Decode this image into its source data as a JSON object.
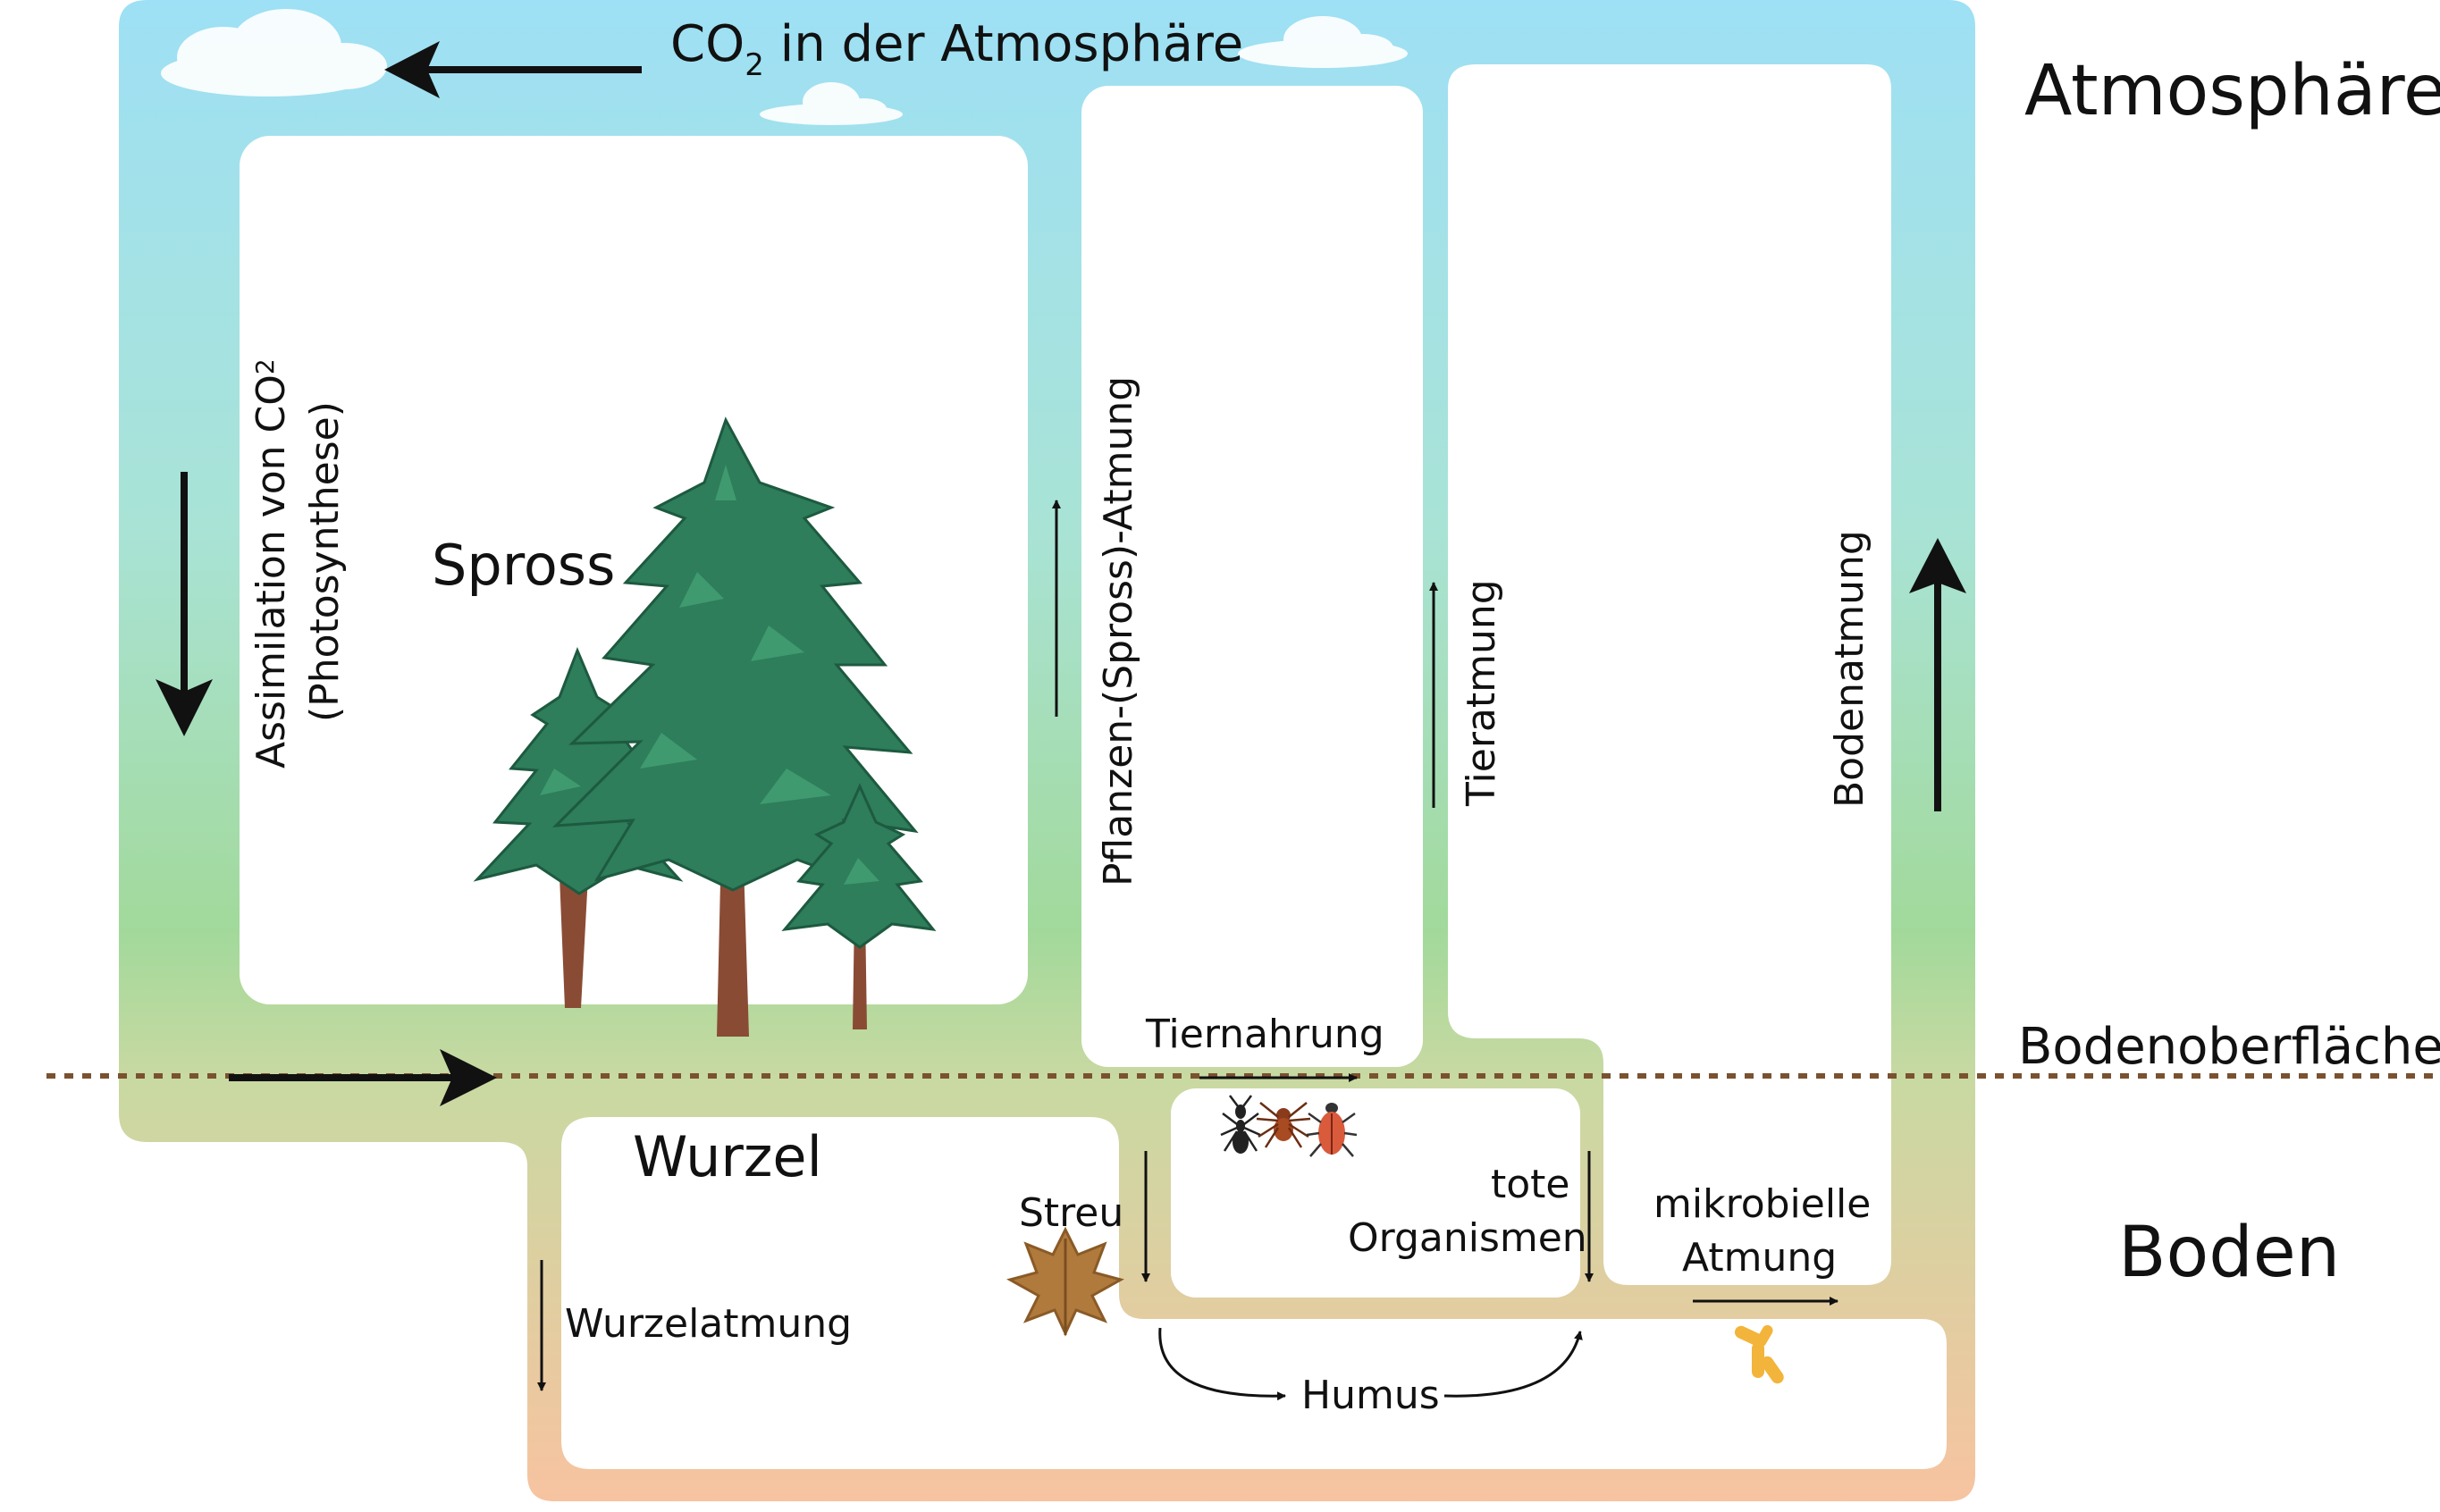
{
  "atmosphere": {
    "co2_prefix": "CO",
    "co2_subscript": "2",
    "co2_suffix": " in der Atmosphäre"
  },
  "regions": {
    "atmosphere": "Atmosphäre",
    "soil_surface": "Bodenoberfläche",
    "soil": "Boden"
  },
  "plant": {
    "shoot": "Spross",
    "root": "Wurzel"
  },
  "processes": {
    "assimilation_line1_prefix": "Assimilation von CO",
    "assimilation_line1_subscript": "2",
    "assimilation_line2": "(Photosynthese)",
    "plant_respiration": "Pflanzen-(Spross)-Atmung",
    "animal_respiration": "Tieratmung",
    "soil_respiration": "Bodenatmung",
    "animal_food": "Tiernahrung",
    "root_respiration": "Wurzelatmung",
    "litter": "Streu",
    "dead_organisms_line1": "tote",
    "dead_organisms_line2": "Organismen",
    "microbial_respiration_line1": "mikrobielle",
    "microbial_respiration_line2": "Atmung",
    "humus": "Humus"
  },
  "colors": {
    "sky_top": "#9ee0f5",
    "sky_mid": "#a7e3c9",
    "grass": "#a2d99b",
    "soil_top": "#c9d9a2",
    "soil_bottom": "#f7c7a0",
    "surface_line": "#7a5230",
    "tree_foliage": "#2e7d5b",
    "tree_trunk": "#8a4b35",
    "bacteria": "#f2b43a",
    "leaf": "#b07a3c"
  },
  "icons": [
    "cloud-icon",
    "tree-icon",
    "ant-icon",
    "spider-icon",
    "beetle-icon",
    "leaf-icon",
    "bacteria-icon"
  ]
}
